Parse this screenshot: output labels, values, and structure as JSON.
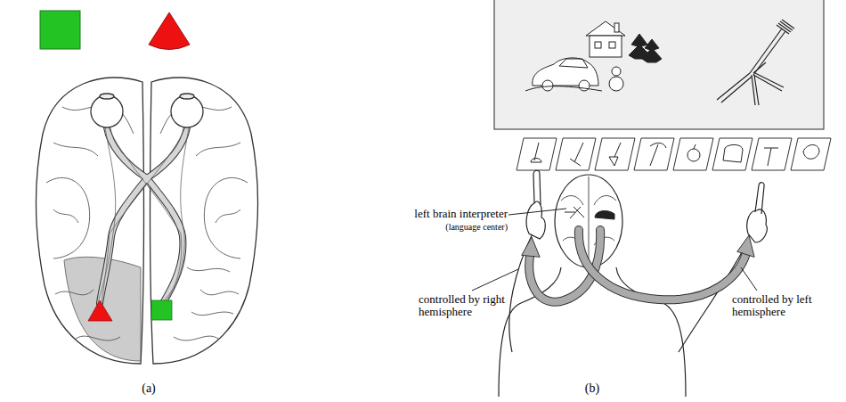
{
  "diagram": {
    "labels": [
      "left brain interpreter",
      "(language center)",
      "controlled by right hemisphere",
      "controlled by left hemisphere",
      "(a)",
      "(b)"
    ]
  }
}
